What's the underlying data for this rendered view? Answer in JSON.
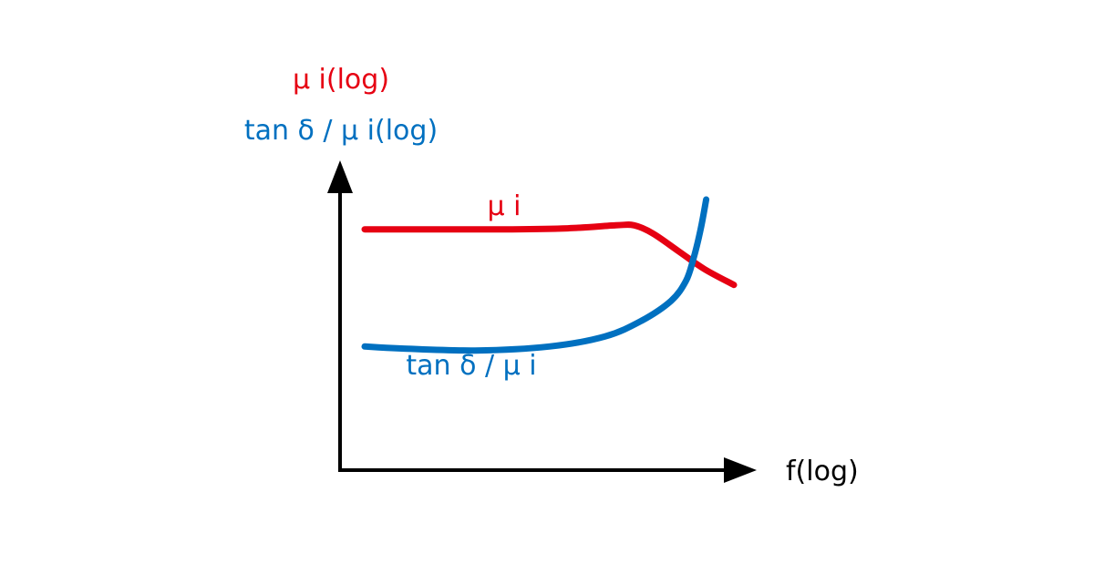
{
  "chart_data": {
    "type": "line",
    "title": "",
    "xlabel": "f(log)",
    "ylabel": "",
    "ylabels": [
      "μ i(log)",
      "tan δ / μ i(log)"
    ],
    "xscale": "log",
    "yscale": "log",
    "grid": false,
    "ticks": "none",
    "xlim": [
      0,
      1
    ],
    "ylim": [
      0,
      1
    ],
    "series": [
      {
        "name": "μ i",
        "color": "#e60012",
        "x": [
          0.0,
          0.2,
          0.4,
          0.55,
          0.68,
          0.73,
          0.78,
          0.85,
          0.92,
          1.0
        ],
        "y": [
          0.85,
          0.85,
          0.85,
          0.855,
          0.87,
          0.87,
          0.83,
          0.74,
          0.65,
          0.57
        ]
      },
      {
        "name": "tan δ / μ i",
        "color": "#0070c0",
        "x": [
          0.0,
          0.1,
          0.3,
          0.5,
          0.65,
          0.75,
          0.83,
          0.87,
          0.89,
          0.91,
          0.925
        ],
        "y": [
          0.26,
          0.25,
          0.24,
          0.26,
          0.31,
          0.39,
          0.49,
          0.59,
          0.7,
          0.85,
          1.0
        ]
      }
    ]
  }
}
